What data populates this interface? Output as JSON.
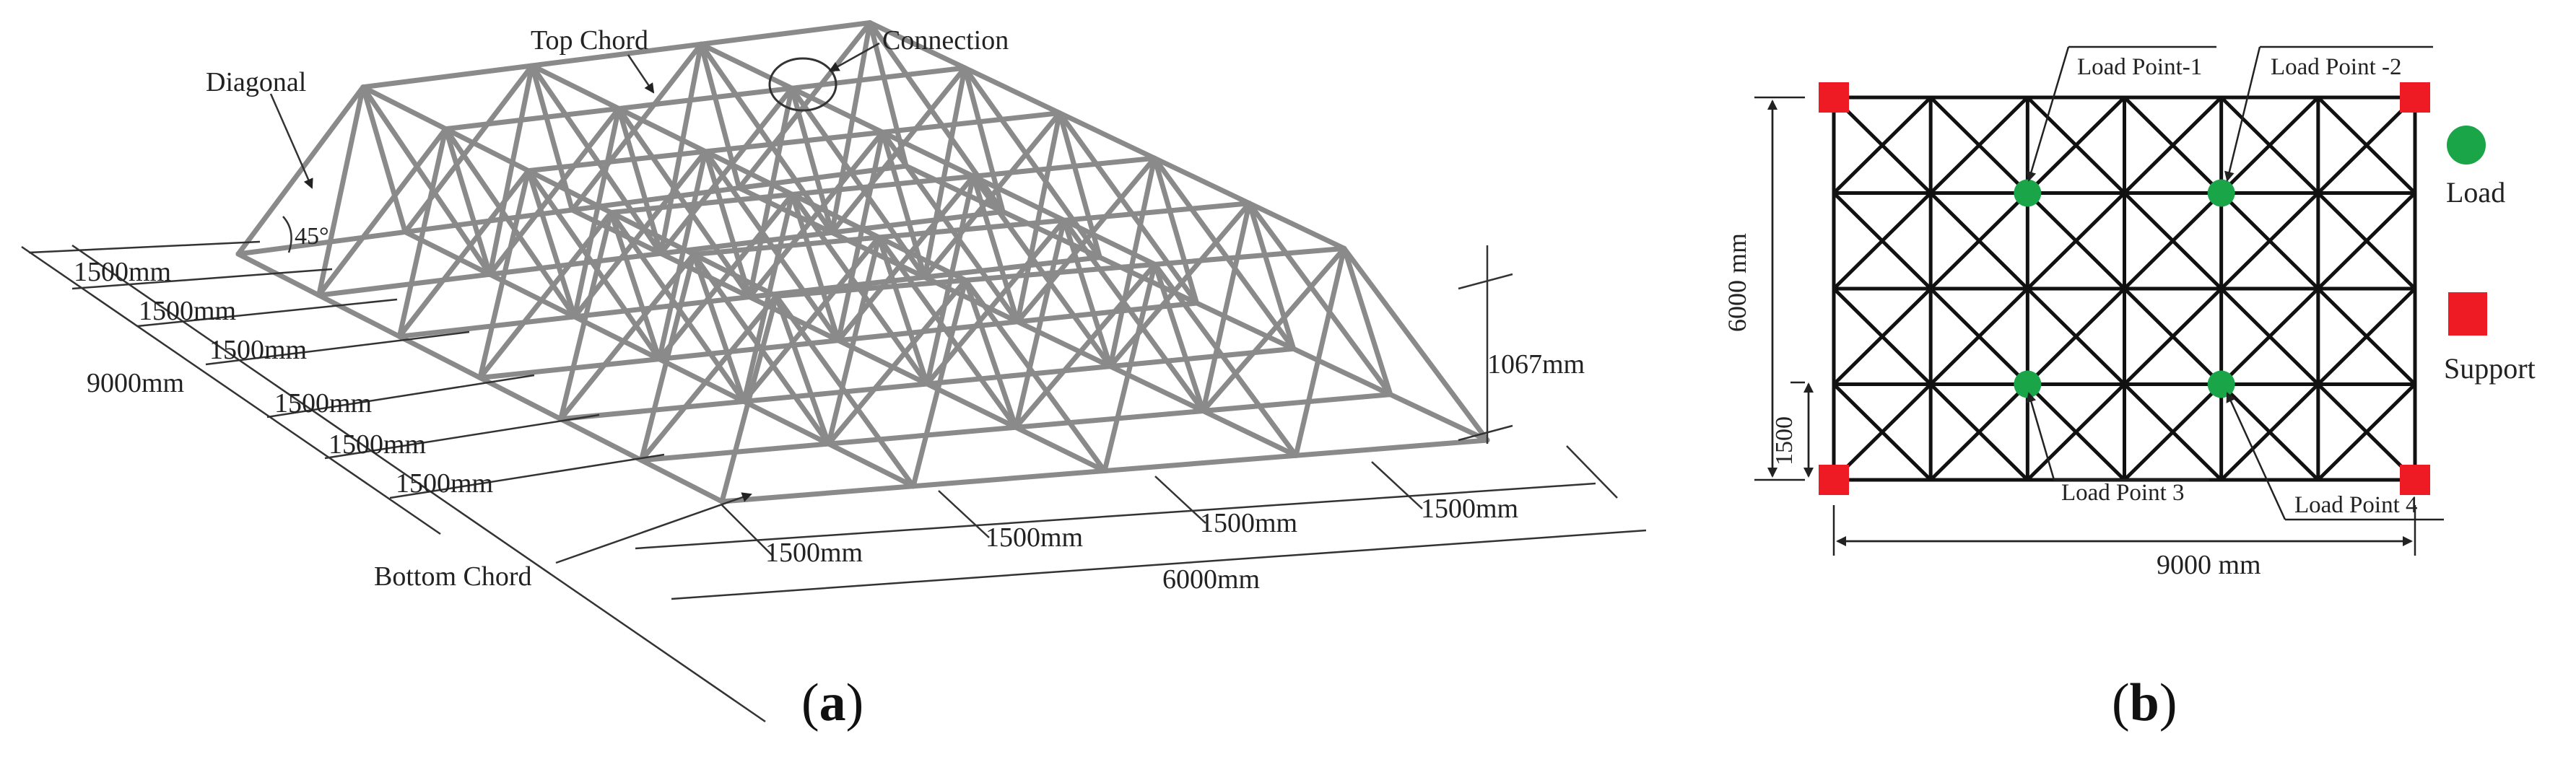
{
  "panel_a": {
    "labels": {
      "top_chord": "Top Chord",
      "connection": "Connection",
      "diagonal": "Diagonal",
      "angle": "45°",
      "bottom_chord": "Bottom Chord",
      "height": "1067mm",
      "dim_9000": "9000mm",
      "dim_6000": "6000mm"
    },
    "left_dims": [
      "1500mm",
      "1500mm",
      "1500mm",
      "1500mm",
      "1500mm",
      "1500mm"
    ],
    "bottom_dims": [
      "1500mm",
      "1500mm",
      "1500mm",
      "1500mm"
    ],
    "caption": "(a)",
    "caption_letter": "a"
  },
  "panel_b": {
    "labels": {
      "lp1": "Load Point-1",
      "lp2": "Load Point -2",
      "lp3": "Load Point 3",
      "lp4": "Load Point 4",
      "dim_h": "9000 mm",
      "dim_v": "6000 mm",
      "dim_small": "1500"
    },
    "legend": {
      "load": "Load",
      "support": "Support"
    },
    "colors": {
      "load": "#1aa548",
      "support": "#ee1b24"
    },
    "caption": "(b)",
    "caption_letter": "b"
  }
}
